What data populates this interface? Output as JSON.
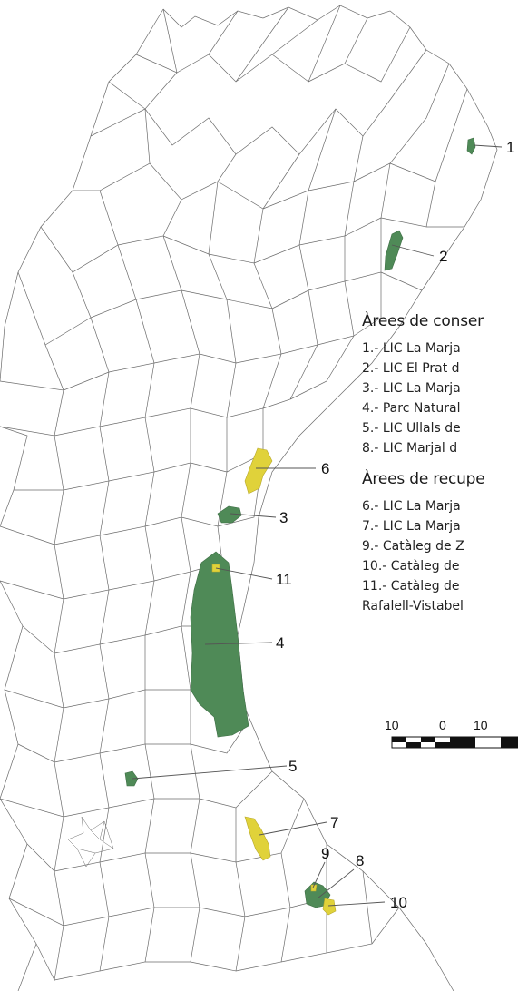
{
  "colors": {
    "conservation": "#4f8a57",
    "recovery": "#e0d23a",
    "border": "#6b6b6b",
    "background": "#ffffff"
  },
  "legend": {
    "conservation_title": "Àrees de conser",
    "conservation_items": [
      "1.- LIC La Marja",
      "2.- LIC El Prat d",
      "3.- LIC La Marja",
      "4.- Parc Natural",
      "5.- LIC Ullals de",
      "8.- LIC Marjal d"
    ],
    "recovery_title": "Àrees de recupe",
    "recovery_items": [
      "6.- LIC La Marja",
      "7.- LIC La Marja",
      "9.- Catàleg de Z",
      "10.- Catàleg de",
      "11.- Catàleg de",
      "Rafalell-Vistabel"
    ]
  },
  "callouts": [
    "1",
    "2",
    "3",
    "4",
    "5",
    "6",
    "7",
    "8",
    "9",
    "10",
    "11"
  ],
  "scale_bar": {
    "labels": [
      "10",
      "0",
      "10"
    ]
  }
}
